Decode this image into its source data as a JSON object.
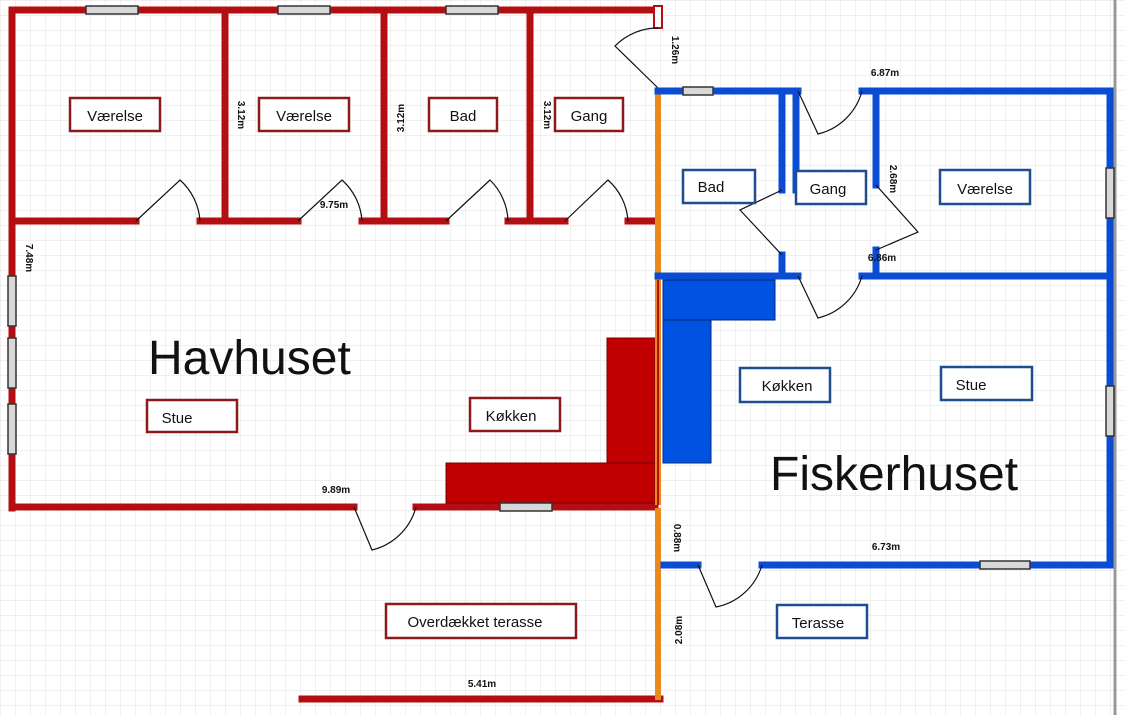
{
  "colors": {
    "havhuset_wall": "#b30f12",
    "fiskerhuset_wall": "#0b4cd4",
    "divider": "#e88a1e",
    "havhuset_label_border": "#8b1a1a",
    "fiskerhuset_label_border": "#1f4e8c",
    "grid": "#d9d9d9",
    "window": "#d8d8d8"
  },
  "houses": {
    "havhuset": "Havhuset",
    "fiskerhuset": "Fiskerhuset"
  },
  "havhuset_rooms": {
    "vaerelse_1": "Værelse",
    "vaerelse_2": "Værelse",
    "bad": "Bad",
    "gang": "Gang",
    "stue": "Stue",
    "kokken": "Køkken",
    "terrasse": "Overdækket terasse"
  },
  "fiskerhuset_rooms": {
    "bad": "Bad",
    "gang": "Gang",
    "vaerelse": "Værelse",
    "kokken": "Køkken",
    "stue": "Stue",
    "terrasse": "Terasse"
  },
  "dimensions": {
    "d_1_26": "1.26m",
    "d_6_87": "6.87m",
    "d_3_12_a": "3.12m",
    "d_3_12_b": "3.12m",
    "d_3_12_c": "3.12m",
    "d_9_75": "9.75m",
    "d_7_48": "7.48m",
    "d_2_68": "2.68m",
    "d_6_86": "6.86m",
    "d_9_89": "9.89m",
    "d_0_88": "0.88m",
    "d_6_73": "6.73m",
    "d_2_08": "2.08m",
    "d_5_41": "5.41m"
  }
}
